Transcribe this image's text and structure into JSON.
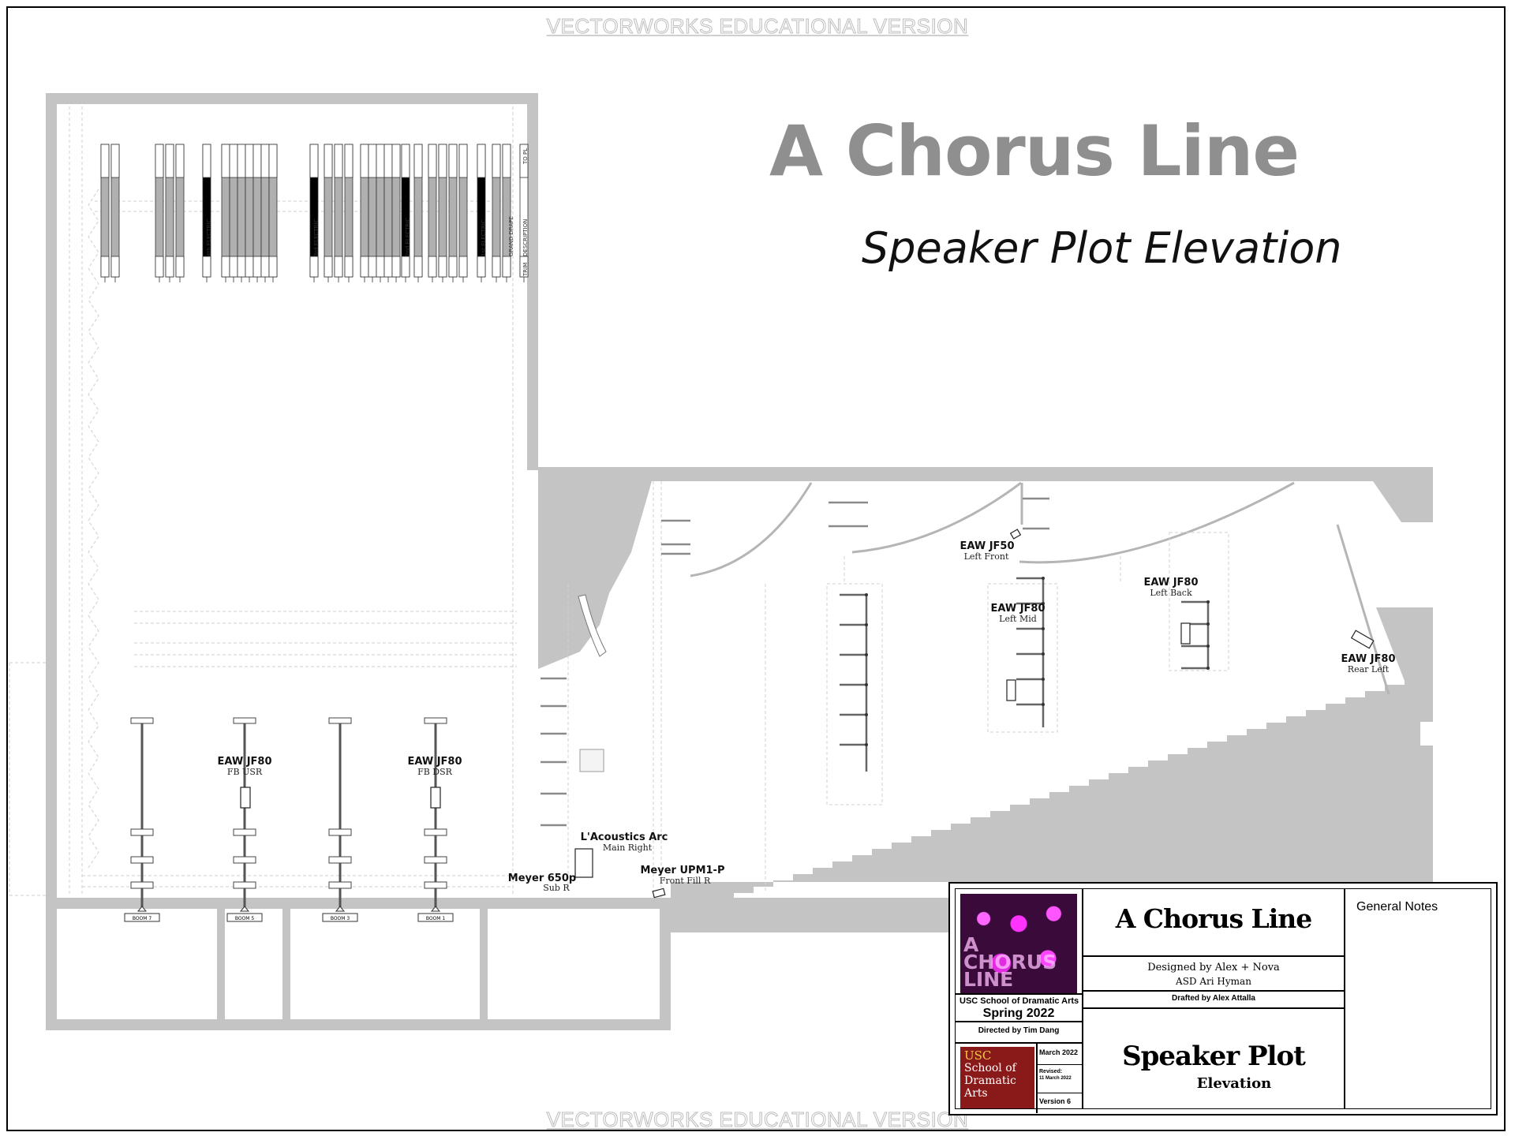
{
  "watermark": {
    "top": "VECTORWORKS EDUCATIONAL VERSION",
    "bottom": "VECTORWORKS EDUCATIONAL VERSION"
  },
  "title": "A Chorus Line",
  "subtitle": "Speaker Plot Elevation",
  "speakers": [
    {
      "id": "fb-usr",
      "name": "EAW JF80",
      "position": "FB USR"
    },
    {
      "id": "fb-dsr",
      "name": "EAW JF80",
      "position": "FB DSR"
    },
    {
      "id": "main-right",
      "name": "L'Acoustics Arc",
      "position": "Main Right"
    },
    {
      "id": "sub-r",
      "name": "Meyer 650p",
      "position": "Sub R"
    },
    {
      "id": "front-fill-r",
      "name": "Meyer UPM1-P",
      "position": "Front Fill R"
    },
    {
      "id": "left-front",
      "name": "EAW JF50",
      "position": "Left Front"
    },
    {
      "id": "left-mid",
      "name": "EAW JF80",
      "position": "Left Mid"
    },
    {
      "id": "left-back",
      "name": "EAW JF80",
      "position": "Left Back"
    },
    {
      "id": "rear-left",
      "name": "EAW JF80",
      "position": "Rear Left"
    }
  ],
  "booms": [
    "BOOM 7",
    "BOOM 5",
    "BOOM 3",
    "BOOM 1"
  ],
  "linesets": {
    "electrics": [
      "4th ELECTRIC",
      "3rd ELECTRIC",
      "2nd ELECTRIC",
      "1st ELECTRIC"
    ],
    "other": [
      "GRAND DRAPE",
      "DESCRIPTION",
      "TRIM",
      "TO PL"
    ]
  },
  "title_block": {
    "show_title": "A Chorus Line",
    "logo_text": "A CHORUS LINE",
    "general_notes_label": "General Notes",
    "school": "USC School of Dramatic Arts",
    "season": "Spring 2022",
    "director": "Directed by Tim Dang",
    "designed_by": "Designed by Alex + Nova",
    "asd": "ASD Ari Hyman",
    "drafted_by": "Drafted by Alex Attalla",
    "usc_logo": {
      "line1": "USC",
      "line2": "School of",
      "line3": "Dramatic",
      "line4": "Arts"
    },
    "date": "March 2022",
    "revised_label": "Revised:",
    "revised_date": "11 March 2022",
    "version": "Version 6",
    "sheet_title": "Speaker Plot",
    "sheet_subtitle": "Elevation"
  }
}
